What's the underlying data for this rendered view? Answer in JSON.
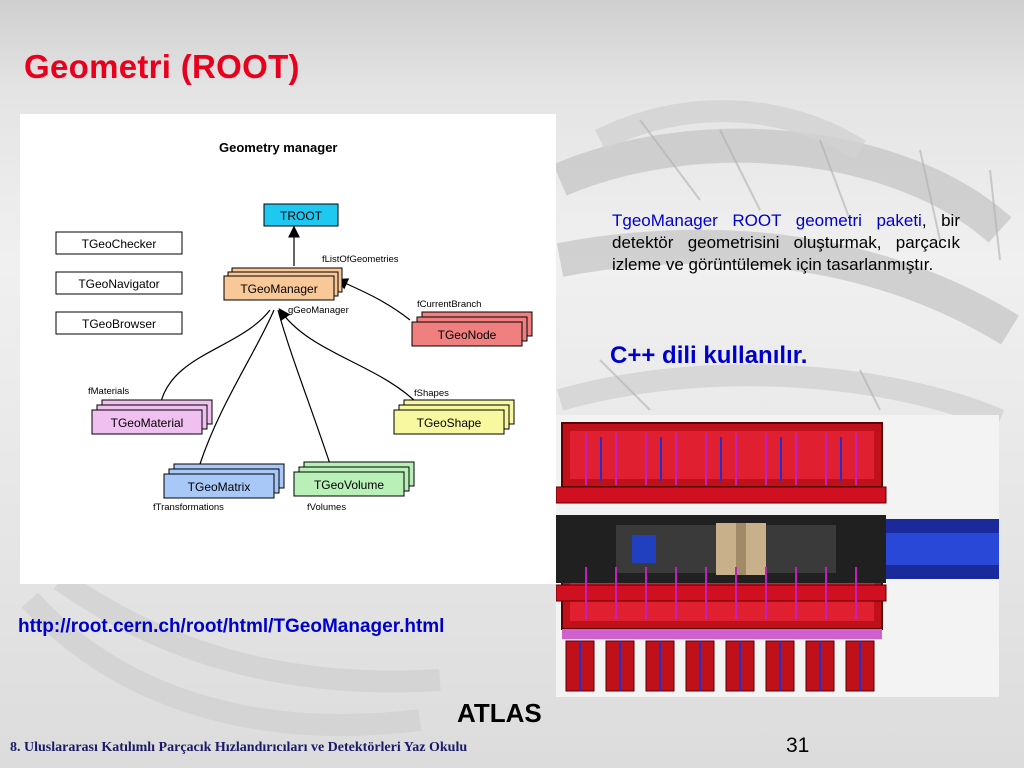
{
  "slide": {
    "title": "Geometri (ROOT)",
    "page_number": "31",
    "footer": "8. Uluslararası Katılımlı Parçacık Hızlandırıcıları ve Detektörleri Yaz Okulu"
  },
  "diagram": {
    "heading": "Geometry manager",
    "nodes": {
      "troot": "TROOT",
      "tgeomanager": "TGeoManager",
      "tgeonode": "TGeoNode",
      "tgeomaterial": "TGeoMaterial",
      "tgeoshape": "TGeoShape",
      "tgeomatrix": "TGeoMatrix",
      "tgeovolume": "TGeoVolume",
      "tgeochecker": "TGeoChecker",
      "tgeonavigator": "TGeoNavigator",
      "tgeobrowser": "TGeoBrowser"
    },
    "edge_labels": {
      "flistofgeometries": "fListOfGeometries",
      "fcurrentbranch": "fCurrentBranch",
      "ggeomanager": "gGeoManager",
      "fmaterials": "fMaterials",
      "fshapes": "fShapes",
      "ftransformations": "fTransformations",
      "fvolumes": "fVolumes"
    },
    "colors": {
      "troot": "#1ec8f0",
      "manager": "#f8c898",
      "node": "#f08080",
      "material": "#f0c0f0",
      "shape": "#f8f8a0",
      "matrix": "#a8c8f8",
      "volume": "#b8f0b8",
      "utility": "#ffffff"
    }
  },
  "description": {
    "highlight": "TgeoManager ROOT geometri paketi",
    "body": ", bir detektör geometrisini oluşturmak, parçacık izleme ve görüntülemek için tasarlanmıştır.",
    "cpp_note": "C++ dili kullanılır."
  },
  "link": {
    "text": "http://root.cern.ch/root/html/TGeoManager.html"
  },
  "image_caption": "ATLAS"
}
